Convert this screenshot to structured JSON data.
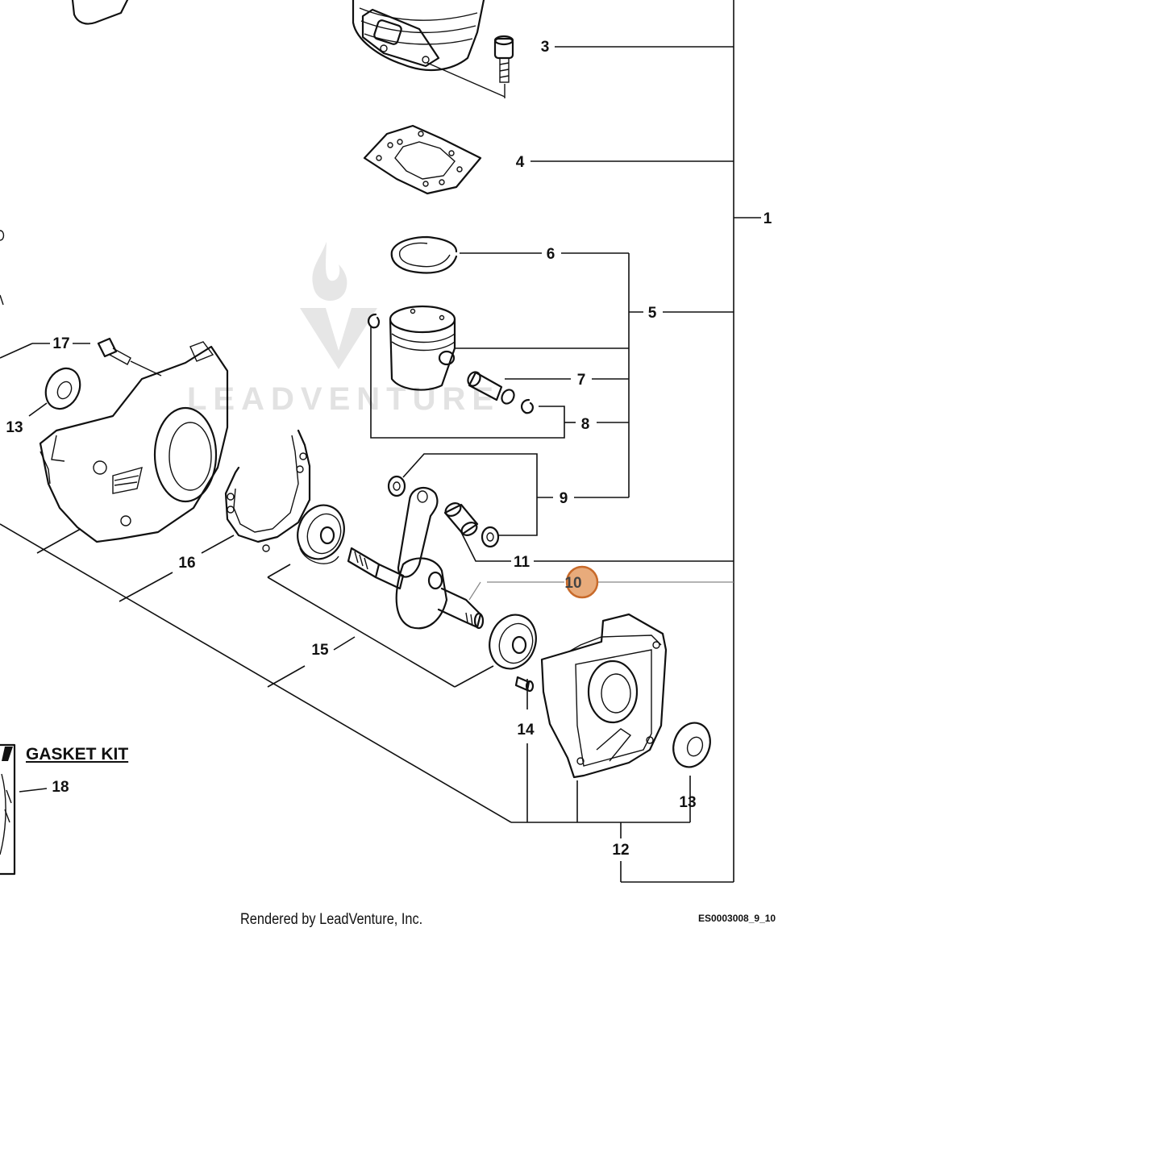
{
  "watermark": "LEADVENTURE",
  "callouts": [
    "1",
    "3",
    "4",
    "5",
    "6",
    "7",
    "8",
    "9",
    "10",
    "11",
    "12",
    "13",
    "13",
    "14",
    "15",
    "16",
    "17",
    "18"
  ],
  "selected_callout": "10",
  "gasket_kit": "GASKET KIT",
  "footer": {
    "credit": "Rendered by LeadVenture, Inc.",
    "code": "ES0003008_9_10"
  },
  "colors": {
    "line": "#111111",
    "hotspot_fill": "#e2965a",
    "hotspot_stroke": "#c86a2a",
    "watermark": "#e2e2e2"
  }
}
